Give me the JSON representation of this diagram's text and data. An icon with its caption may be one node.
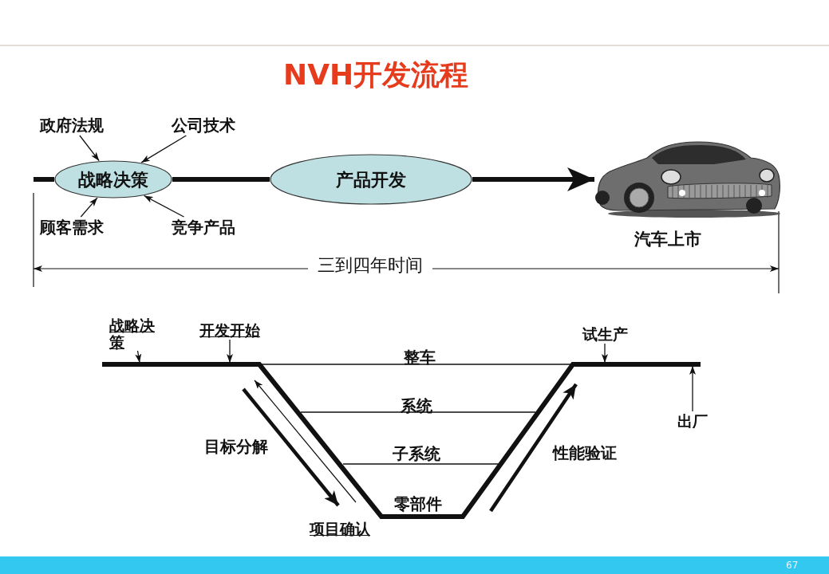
{
  "diagram": {
    "title": "NVH开发流程",
    "nodes": [
      {
        "text": [
          "政府法规"
        ]
      },
      {
        "text": [
          "公司技术"
        ]
      },
      {
        "text": [
          "战略决策"
        ]
      },
      {
        "text": [
          "顾客需求"
        ]
      },
      {
        "text": [
          "竞争产品"
        ]
      },
      {
        "text": [
          "产品开发"
        ]
      },
      {
        "text": [],
        "shape": "picture",
        "beside": [
          "汽车上市"
        ]
      },
      {
        "text": [
          "战略决策"
        ]
      },
      {
        "text": [
          "开发开始"
        ]
      },
      {
        "text": [
          "试生产"
        ]
      },
      {
        "text": [
          "出厂"
        ]
      }
    ],
    "edges": [
      {
        "from": 0,
        "to": 2,
        "arrow": "to"
      },
      {
        "from": 1,
        "to": 2,
        "arrow": "to"
      },
      {
        "from": 3,
        "to": 2,
        "arrow": "to"
      },
      {
        "from": 4,
        "to": 2,
        "arrow": "to"
      },
      {
        "from": null,
        "to": 2,
        "arrow": "none",
        "style": "thick"
      },
      {
        "from": 2,
        "to": 5,
        "arrow": "none",
        "style": "thick"
      },
      {
        "from": 5,
        "to": 6,
        "arrow": "to",
        "style": "thick"
      },
      {
        "from": 7,
        "to": null,
        "arrow": "to"
      },
      {
        "from": 8,
        "to": null,
        "arrow": "to"
      },
      {
        "from": 9,
        "to": null,
        "arrow": "to"
      },
      {
        "from": 10,
        "to": null,
        "arrow": "to"
      }
    ],
    "labels": [
      "三到四年时间",
      "整车",
      "系统",
      "目标分解",
      "子系统",
      "性能验证",
      "零部件",
      "项目确认",
      "67"
    ]
  }
}
